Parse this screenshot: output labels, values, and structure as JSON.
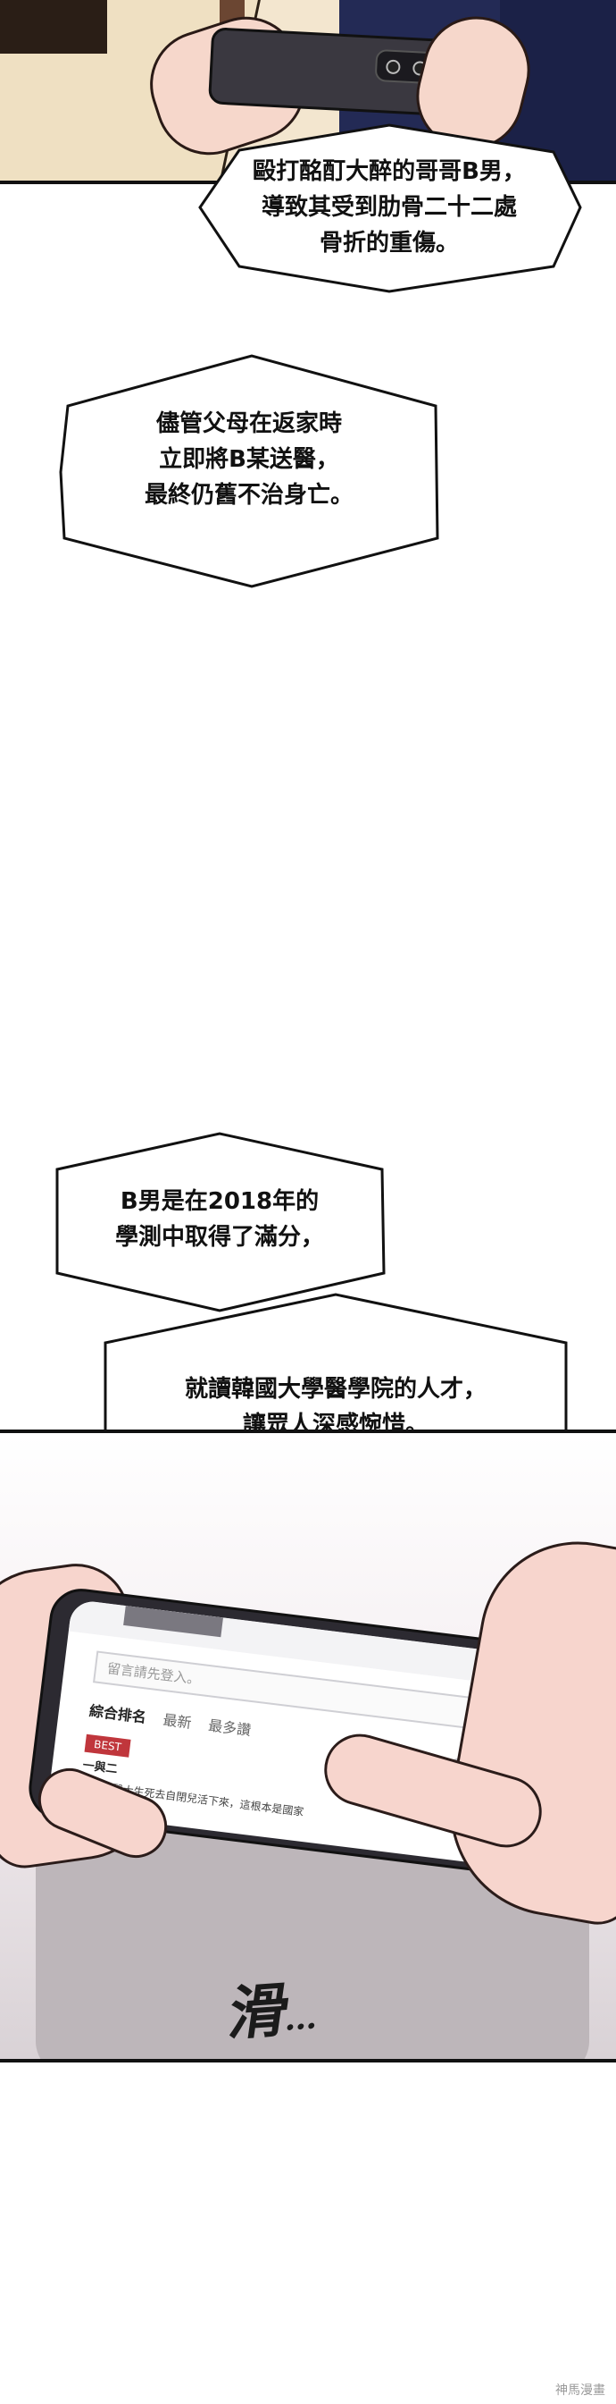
{
  "bubbles": {
    "b1": {
      "lines": [
        "毆打酩酊大醉的哥哥B男，",
        "導致其受到肋骨二十二處",
        "骨折的重傷。"
      ]
    },
    "b2": {
      "lines": [
        "儘管父母在返家時",
        "立即將B某送醫，",
        "最終仍舊不治身亡。"
      ]
    },
    "b3": {
      "lines": [
        "B男是在2018年的",
        "學測中取得了滿分，"
      ]
    },
    "b4": {
      "lines": [
        "就讀韓國大學醫學院的人才，",
        "讓眾人深感惋惜。"
      ]
    }
  },
  "phone_screen": {
    "comment_placeholder": "留言請先登入。",
    "tabs": [
      "綜合排名",
      "最新",
      "最多讚"
    ],
    "best_badge": "BEST",
    "rank_label": "一與二",
    "post_text": "竟然是醫大生死去自閉兒活下來，這根本是國家"
  },
  "sfx": {
    "text": "滑",
    "dots": "…"
  },
  "watermark": "神馬漫畫"
}
